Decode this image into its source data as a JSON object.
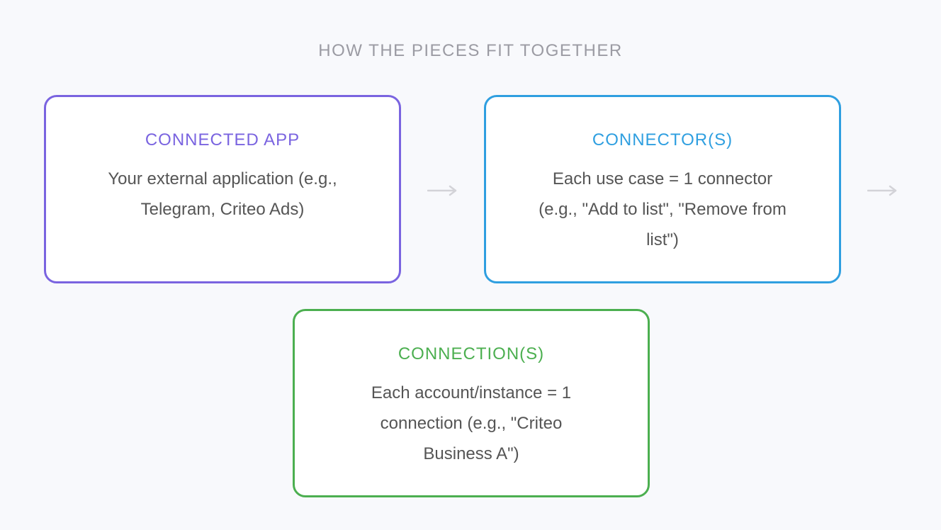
{
  "heading": "HOW THE PIECES FIT TOGETHER",
  "colors": {
    "connected_app": "#7a64e0",
    "connectors": "#2f9fe0",
    "connections": "#4caf50",
    "arrow": "#d3d3d8",
    "heading": "#9b9ba3"
  },
  "cards": {
    "connected_app": {
      "title": "CONNECTED APP",
      "desc_lines": [
        "Your external application (e.g.,",
        "Telegram, Criteo Ads)"
      ]
    },
    "connectors": {
      "title": "CONNECTOR(S)",
      "desc_lines": [
        "Each use case = 1 connector",
        "(e.g., \"Add to list\", \"Remove from",
        "list\")"
      ]
    },
    "connections": {
      "title": "CONNECTION(S)",
      "desc_lines": [
        "Each account/instance = 1",
        "connection (e.g., \"Criteo",
        "Business A\")"
      ]
    }
  }
}
